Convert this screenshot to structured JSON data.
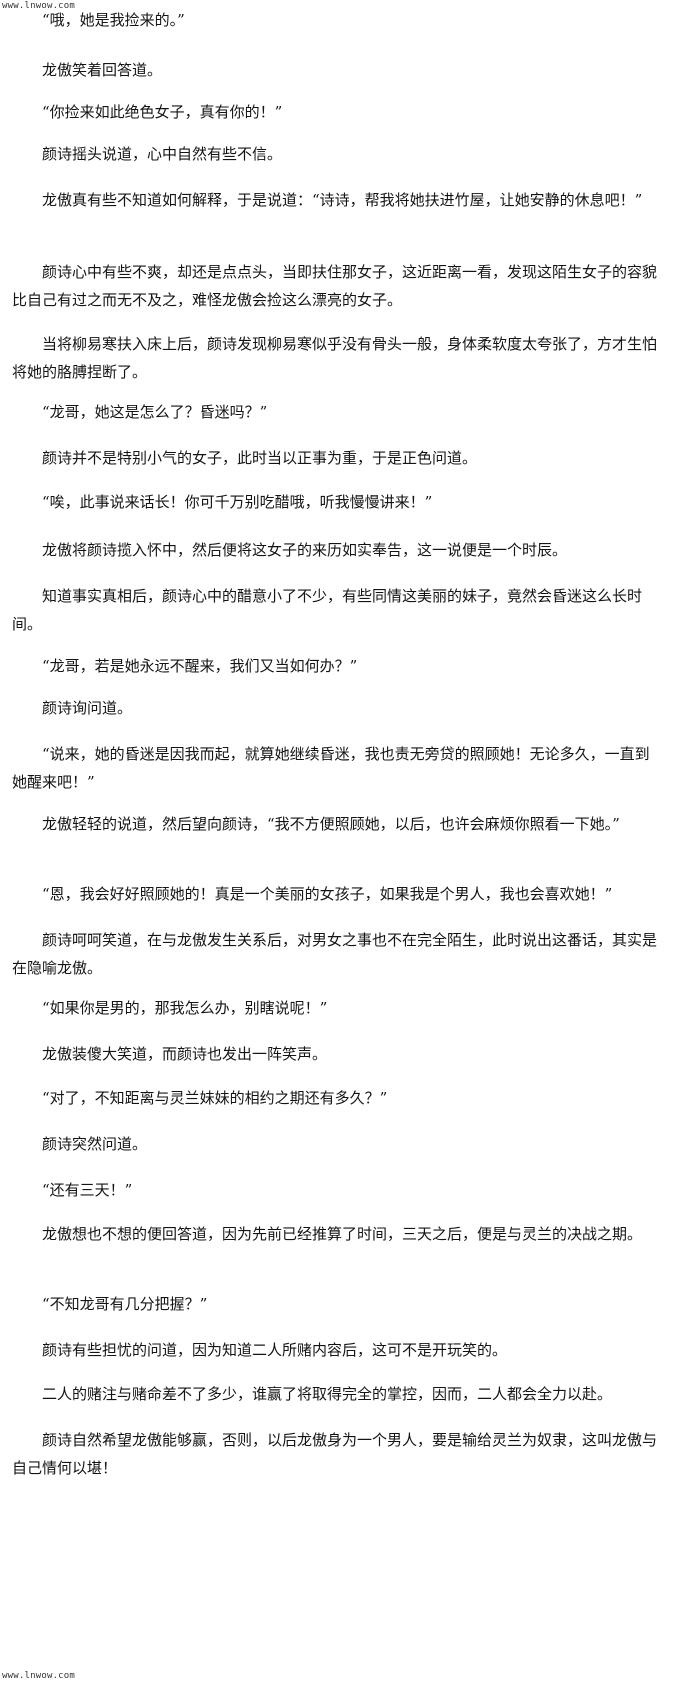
{
  "watermark": {
    "top": "www.lnwow.com",
    "bottom": "www.lnwow.com"
  },
  "paragraphs": [
    "“哦，她是我捡来的。”",
    "龙傲笑着回答道。",
    "“你捡来如此绝色女子，真有你的！”",
    "颜诗摇头说道，心中自然有些不信。",
    "龙傲真有些不知道如何解释，于是说道：“诗诗，帮我将她扶进竹屋，让她安静的休息吧！”",
    "颜诗心中有些不爽，却还是点点头，当即扶住那女子，这近距离一看，发现这陌生女子的容貌比自己有过之而无不及之，难怪龙傲会捡这么漂亮的女子。",
    "当将柳易寒扶入床上后，颜诗发现柳易寒似乎没有骨头一般，身体柔软度太夸张了，方才生怕将她的胳膊捏断了。",
    "“龙哥，她这是怎么了？昏迷吗？”",
    "颜诗并不是特别小气的女子，此时当以正事为重，于是正色问道。",
    "“唉，此事说来话长！你可千万别吃醋哦，听我慢慢讲来！”",
    "龙傲将颜诗揽入怀中，然后便将这女子的来历如实奉告，这一说便是一个时辰。",
    "知道事实真相后，颜诗心中的醋意小了不少，有些同情这美丽的妹子，竟然会昏迷这么长时间。",
    "“龙哥，若是她永远不醒来，我们又当如何办？”",
    "颜诗询问道。",
    "“说来，她的昏迷是因我而起，就算她继续昏迷，我也责无旁贷的照顾她！无论多久，一直到她醒来吧！”",
    "龙傲轻轻的说道，然后望向颜诗，“我不方便照顾她，以后，也许会麻烦你照看一下她。”",
    "“恩，我会好好照顾她的！真是一个美丽的女孩子，如果我是个男人，我也会喜欢她！”",
    "颜诗呵呵笑道，在与龙傲发生关系后，对男女之事也不在完全陌生，此时说出这番话，其实是在隐喻龙傲。",
    "“如果你是男的，那我怎么办，别瞎说呢！”",
    "龙傲装傻大笑道，而颜诗也发出一阵笑声。",
    "“对了，不知距离与灵兰妹妹的相约之期还有多久？”",
    "颜诗突然问道。",
    "“还有三天！”",
    "龙傲想也不想的便回答道，因为先前已经推算了时间，三天之后，便是与灵兰的决战之期。",
    "“不知龙哥有几分把握？”",
    "颜诗有些担忧的问道，因为知道二人所赌内容后，这可不是开玩笑的。",
    "二人的赌注与赌命差不了多少，谁赢了将取得完全的掌控，因而，二人都会全力以赴。",
    "颜诗自然希望龙傲能够赢，否则，以后龙傲身为一个男人，要是输给灵兰为奴隶，这叫龙傲与自己情何以堪！"
  ]
}
